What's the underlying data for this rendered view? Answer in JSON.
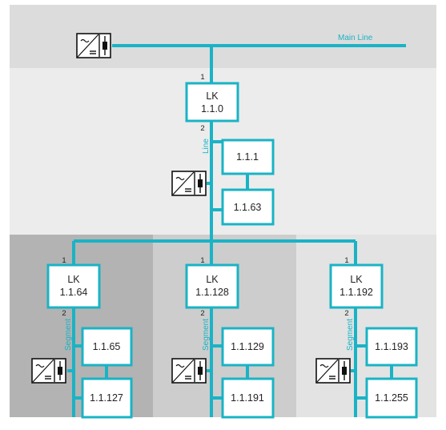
{
  "colors": {
    "bus": "#1ab3c5",
    "main_band": "#dcdcdc",
    "line_band": "#ececec",
    "segment_dark": "#b3b3b3",
    "segment_mid": "#cdcdcd",
    "segment_light": "#e3e3e3",
    "box_fill": "#ffffff",
    "text": "#222222"
  },
  "main_line": {
    "label": "Main Line"
  },
  "line_coupler": {
    "title": "LK",
    "address": "1.1.0",
    "port_upper": "1",
    "port_lower": "2"
  },
  "line_label": "Line",
  "line_devices": [
    {
      "address": "1.1.1"
    },
    {
      "address": "1.1.63"
    }
  ],
  "segments": [
    {
      "coupler_title": "LK",
      "coupler_address": "1.1.64",
      "port_upper": "1",
      "port_lower": "2",
      "label": "Segment",
      "devices": [
        {
          "address": "1.1.65"
        },
        {
          "address": "1.1.127"
        }
      ]
    },
    {
      "coupler_title": "LK",
      "coupler_address": "1.1.128",
      "port_upper": "1",
      "port_lower": "2",
      "label": "Segment",
      "devices": [
        {
          "address": "1.1.129"
        },
        {
          "address": "1.1.191"
        }
      ]
    },
    {
      "coupler_title": "LK",
      "coupler_address": "1.1.192",
      "port_upper": "1",
      "port_lower": "2",
      "label": "Segment",
      "devices": [
        {
          "address": "1.1.193"
        },
        {
          "address": "1.1.255"
        }
      ]
    }
  ],
  "icons": {
    "power_supply": "power-supply-icon"
  }
}
